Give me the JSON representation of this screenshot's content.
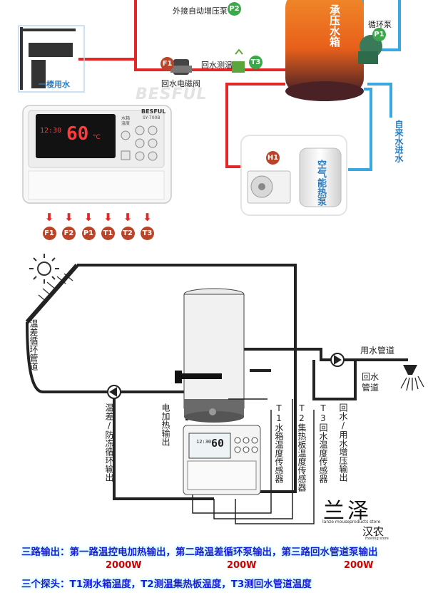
{
  "top_diagram": {
    "pump_ext_label": "外接自动增压泵",
    "pump_ext_tag": "P2",
    "tank_title": "承压水箱",
    "circ_pump_label": "循环泵",
    "circ_pump_tag": "P1",
    "floor1_label": "一楼用水",
    "valve_tag": "F1",
    "valve_label": "回水电磁阀",
    "return_temp_label": "回水测温",
    "return_temp_tag": "T3",
    "brand": "BESFUL",
    "tap_water_label": "自来水进水",
    "heat_pump_tag": "H1",
    "heat_pump_label": "空气能热泵",
    "controller": {
      "brand": "BESFUL",
      "time": "12:30",
      "temp": "60",
      "unit": "°C",
      "side_label": "水箱温度",
      "sub_label": "SY-700B"
    },
    "outputs": [
      "F1",
      "F2",
      "P1",
      "T1",
      "T2",
      "T3"
    ]
  },
  "bottom_diagram": {
    "solar_loop_label": "温差循环管道",
    "water_pipe_label": "用水管道",
    "return_pipe_label": "回水管道",
    "antifreeze_label": "温差/防冻循环输出",
    "heater_label": "电加热输出",
    "t1_label": "T1水箱温度传感器",
    "t2_label": "T2集热板温度传感器",
    "t3_label": "T3回水温度传感器",
    "pump_label": "回水/用水增压输出",
    "controller_time": "12:30",
    "controller_temp": "60",
    "watermark_main": "兰泽",
    "watermark_sub": "lanze mouseproducts store",
    "watermark_small": "汉农",
    "watermark_tiny": "moving store"
  },
  "footer": {
    "line1": "三路输出：第一路温控电加热输出，第二路温差循环泵输出，第三路回水管道泵输出",
    "watt1": "2000W",
    "watt2": "200W",
    "watt3": "200W",
    "line2": "三个探头：T1测水箱温度，T2测温集热板温度，T3测回水管道温度"
  },
  "colors": {
    "hot_pipe": "#e32626",
    "cold_pipe": "#3aa8e0",
    "tank_top": "#f07a1c",
    "tank_bottom": "#5e2a2e",
    "footer_text": "#1b1bd6",
    "watt_text": "#d10000"
  }
}
